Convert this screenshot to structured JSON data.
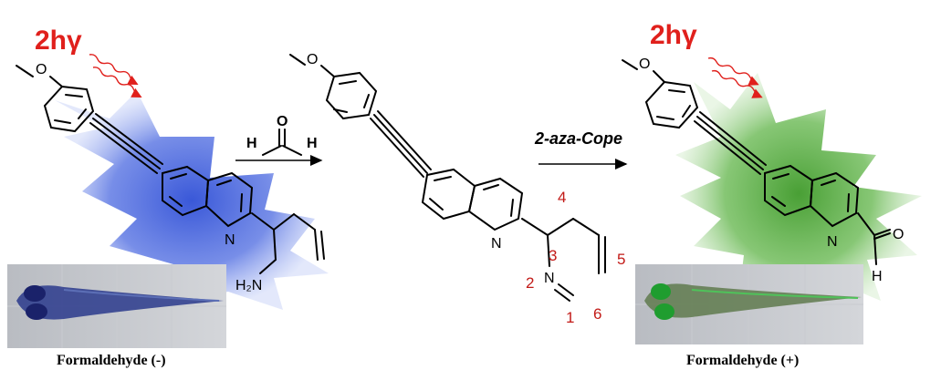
{
  "colors": {
    "accent_red": "#e0201c",
    "glow_blue": "#2f4fd6",
    "glow_green": "#3f9a2a",
    "bond": "#000000"
  },
  "left": {
    "photon": "2hγ",
    "atom_o": "O",
    "atom_n": "N",
    "atom_h2n": "H₂N",
    "caption": "Formaldehyde (-)"
  },
  "reagent": {
    "atom_o": "O",
    "atom_h_left": "H",
    "atom_h_right": "H"
  },
  "middle": {
    "atom_o": "O",
    "atom_n_ring": "N",
    "atom_n_imine": "N",
    "numbers": [
      "1",
      "2",
      "3",
      "4",
      "5",
      "6"
    ]
  },
  "arrow2": {
    "label": "2-aza-Cope"
  },
  "right": {
    "photon": "2hγ",
    "atom_o": "O",
    "atom_n": "N",
    "atom_o_ald": "O",
    "atom_h_ald": "H",
    "caption": "Formaldehyde (+)"
  }
}
